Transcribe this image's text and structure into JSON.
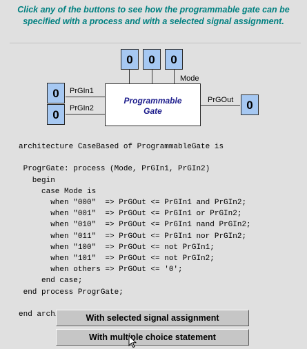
{
  "instruction": {
    "line1": "Click any of the buttons to see how the programmable gate can be",
    "line2": "specified with a process and with a selected signal assignment."
  },
  "diagram": {
    "mode_bits": [
      "0",
      "0",
      "0"
    ],
    "mode_label": "Mode",
    "gate_line1": "Programmable",
    "gate_line2": "Gate",
    "inputs": [
      {
        "label": "PrGIn1",
        "value": "0"
      },
      {
        "label": "PrGIn2",
        "value": "0"
      }
    ],
    "output": {
      "label": "PrGOut",
      "value": "0"
    }
  },
  "code_lines": [
    "architecture CaseBased of ProgrammableGate is",
    "",
    " ProgrGate: process (Mode, PrGIn1, PrGIn2)",
    "   begin",
    "     case Mode is",
    "       when \"000\"  => PrGOut <= PrGIn1 and PrGIn2;",
    "       when \"001\"  => PrGOut <= PrGIn1 or PrGIn2;",
    "       when \"010\"  => PrGOut <= PrGIn1 nand PrGIn2;",
    "       when \"011\"  => PrGOut <= PrGIn1 nor PrGIn2;",
    "       when \"100\"  => PrGOut <= not PrGIn1;",
    "       when \"101\"  => PrGOut <= not PrGIn2;",
    "       when others => PrGOut <= '0';",
    "     end case;",
    " end process ProgrGate;",
    "",
    "end architecture CaseBased;"
  ],
  "buttons": {
    "selected": "With selected signal assignment",
    "multiple": "With multiple choice statement"
  }
}
